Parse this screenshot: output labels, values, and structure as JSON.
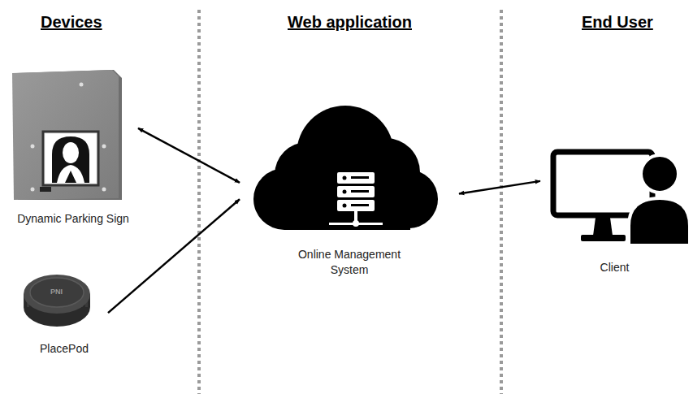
{
  "diagram": {
    "nodes": [
      {
        "text": [
          "Dynamic Parking Sign"
        ]
      },
      {
        "text": [
          "PlacePod"
        ]
      },
      {
        "text": [
          "Online Management System"
        ]
      },
      {
        "text": [
          "Client"
        ]
      }
    ],
    "edges": [
      {
        "from": 0,
        "to": 2,
        "arrow": "both"
      },
      {
        "from": 1,
        "to": 2,
        "arrow": "to"
      },
      {
        "from": 2,
        "to": 3,
        "arrow": "both"
      }
    ],
    "labels": [
      "Devices",
      "Web application",
      "End User",
      "PNI"
    ]
  }
}
